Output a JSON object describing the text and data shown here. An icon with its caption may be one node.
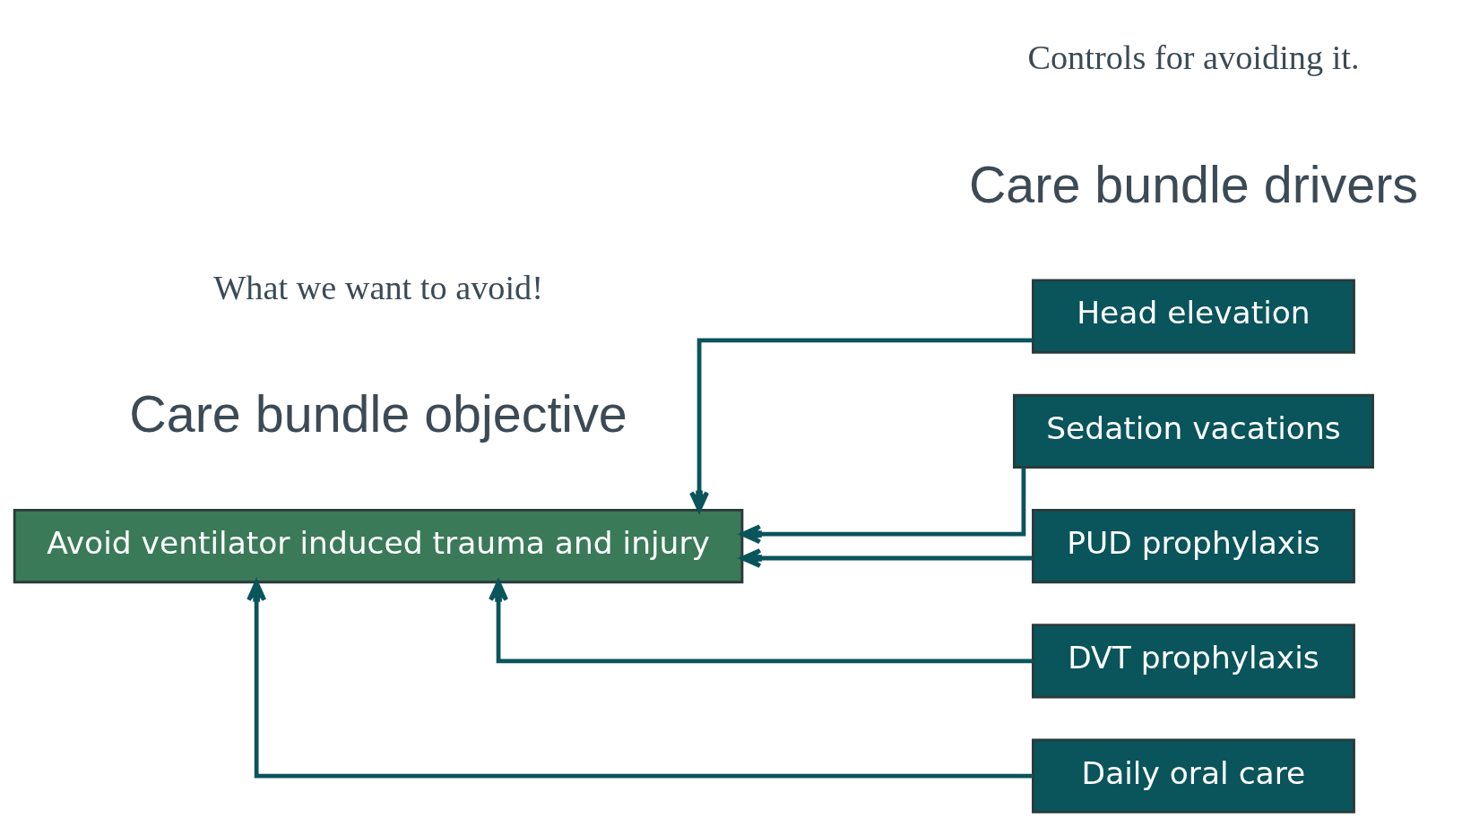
{
  "diagram": {
    "nodes": [
      {
        "text": [
          "Avoid ventilator induced trauma and injury"
        ]
      },
      {
        "text": [
          "Head elevation"
        ]
      },
      {
        "text": [
          "Sedation vacations"
        ]
      },
      {
        "text": [
          "PUD prophylaxis"
        ]
      },
      {
        "text": [
          "DVT prophylaxis"
        ]
      },
      {
        "text": [
          "Daily oral care"
        ]
      }
    ],
    "edges": [
      {
        "from": 1,
        "to": 0,
        "arrow": "to"
      },
      {
        "from": 2,
        "to": 0,
        "arrow": "to"
      },
      {
        "from": 3,
        "to": 0,
        "arrow": "to"
      },
      {
        "from": 4,
        "to": 0,
        "arrow": "to"
      },
      {
        "from": 5,
        "to": 0,
        "arrow": "to"
      }
    ],
    "labels": [
      "Care bundle objective",
      "Care bundle drivers",
      "Controls for avoiding it.",
      "What we want to avoid!"
    ]
  }
}
